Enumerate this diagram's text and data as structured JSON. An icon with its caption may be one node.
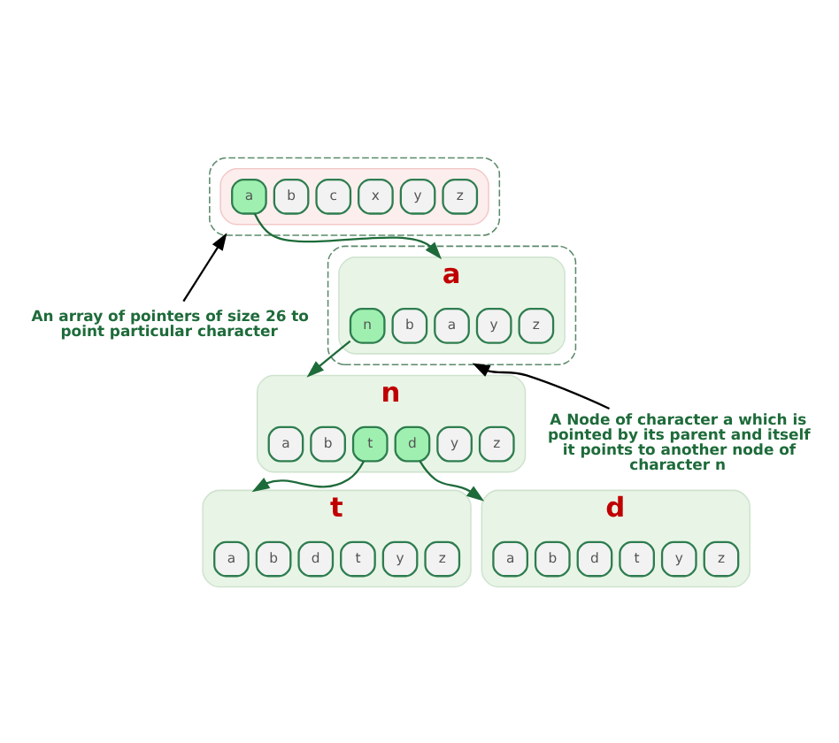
{
  "diagram": {
    "nodes": [
      {
        "text": [],
        "shape": "box"
      },
      {
        "text": [],
        "shape": "ellipse",
        "in": 0
      },
      {
        "text": [
          "a"
        ],
        "in": 1
      },
      {
        "text": [
          "b"
        ],
        "in": 1
      },
      {
        "text": [
          "c"
        ],
        "in": 1
      },
      {
        "text": [
          "x"
        ],
        "in": 1
      },
      {
        "text": [
          "y"
        ],
        "in": 1
      },
      {
        "text": [
          "z"
        ],
        "in": 1
      },
      {
        "text": [
          "An array of pointers of size 26 to point particular character"
        ]
      },
      {
        "text": [],
        "shape": "box"
      },
      {
        "text": [
          "a"
        ],
        "in": 9
      },
      {
        "text": [
          "a"
        ],
        "in": 10
      },
      {
        "text": [
          "b"
        ],
        "in": 10
      },
      {
        "text": [
          "n"
        ],
        "in": 10
      },
      {
        "text": [
          "y"
        ],
        "in": 10
      },
      {
        "text": [
          "z"
        ],
        "in": 10
      },
      {
        "text": [
          "A Node of character a which is pointed by its parent and itself it points to another node of character n"
        ]
      },
      {
        "text": [
          "n"
        ]
      },
      {
        "text": [
          "a"
        ],
        "in": 17
      },
      {
        "text": [
          "b"
        ],
        "in": 17
      },
      {
        "text": [
          "d"
        ],
        "in": 17
      },
      {
        "text": [
          "t"
        ],
        "in": 17
      },
      {
        "text": [
          "y"
        ],
        "in": 17
      },
      {
        "text": [
          "z"
        ],
        "in": 17
      },
      {
        "text": [
          "d"
        ]
      },
      {
        "text": [
          "a"
        ],
        "in": 24
      },
      {
        "text": [
          "b"
        ],
        "in": 24
      },
      {
        "text": [
          "d"
        ],
        "in": 24
      },
      {
        "text": [
          "t"
        ],
        "in": 24
      },
      {
        "text": [
          "y"
        ],
        "in": 24
      },
      {
        "text": [
          "z"
        ],
        "in": 24
      },
      {
        "text": [
          "t"
        ]
      },
      {
        "text": [
          "a"
        ],
        "in": 31
      },
      {
        "text": [
          "b"
        ],
        "in": 31
      },
      {
        "text": [
          "d"
        ],
        "in": 31
      },
      {
        "text": [
          "t"
        ],
        "in": 31
      },
      {
        "text": [
          "y"
        ],
        "in": 31
      },
      {
        "text": [
          "z"
        ],
        "in": 31
      }
    ],
    "edges": [
      {
        "from": 2,
        "to": 10,
        "arrow": "to"
      },
      {
        "from": 13,
        "to": 17,
        "arrow": "to"
      },
      {
        "from": 20,
        "to": 24,
        "arrow": "to"
      },
      {
        "from": 21,
        "to": 31,
        "arrow": "to"
      },
      {
        "from": 8,
        "to": 0,
        "arrow": "to",
        "color": "#000000"
      },
      {
        "from": 16,
        "to": 9,
        "arrow": "to",
        "color": "#000000"
      }
    ]
  }
}
